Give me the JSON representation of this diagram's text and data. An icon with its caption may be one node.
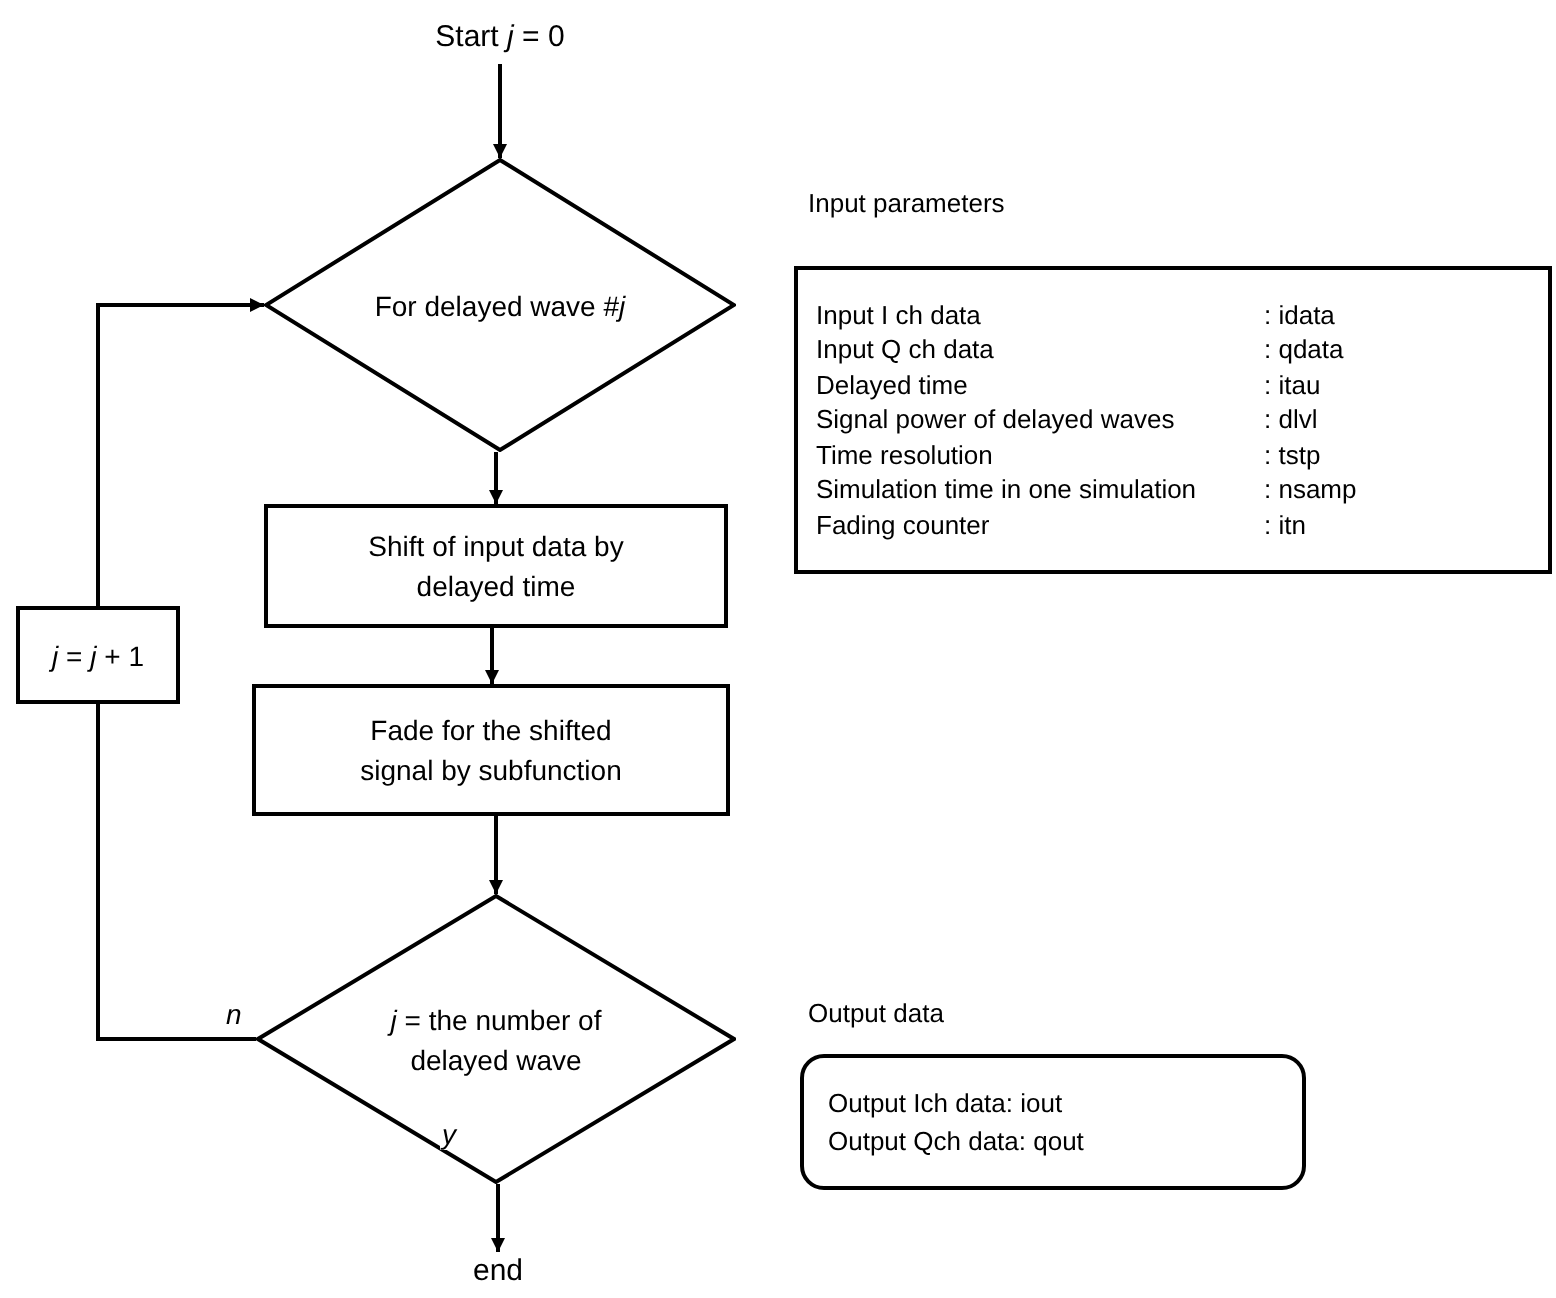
{
  "diagram": {
    "nodes": [
      {
        "text": [
          "Start *j* = 0"
        ]
      },
      {
        "text": [
          "For delayed wave #*j*"
        ]
      },
      {
        "text": [
          "Shift of input data by delayed time"
        ]
      },
      {
        "text": [
          "Fade for the shifted signal by subfunction"
        ]
      },
      {
        "text": [
          "*j* = the number of delayed wave"
        ]
      },
      {
        "text": [
          "*j* = *j* + 1"
        ]
      },
      {
        "text": [
          "end"
        ]
      },
      {
        "text": [
          "Input parameters",
          "Input I ch data",
          ": idata",
          "Input Q ch data",
          ": qdata",
          "Delayed time",
          ": itau",
          "Signal power of delayed waves",
          ": dlvl",
          "Time resolution",
          ": tstp",
          "Simulation time in one simulation",
          ": nsamp",
          "Fading counter",
          ": itn"
        ]
      },
      {
        "text": [
          "Output data",
          "Output Ich data: iout",
          "Output Qch data: qout"
        ]
      }
    ],
    "edges": [
      {
        "from": 0,
        "to": 1,
        "arrow": "to"
      },
      {
        "from": 1,
        "to": 2,
        "arrow": "to"
      },
      {
        "from": 2,
        "to": 3,
        "arrow": "to"
      },
      {
        "from": 3,
        "to": 4,
        "arrow": "to"
      },
      {
        "from": 4,
        "to": 5,
        "arrow": "none",
        "label": "n"
      },
      {
        "from": 5,
        "to": 1,
        "arrow": "to"
      },
      {
        "from": 4,
        "to": 6,
        "arrow": "to",
        "label": "y"
      }
    ]
  }
}
